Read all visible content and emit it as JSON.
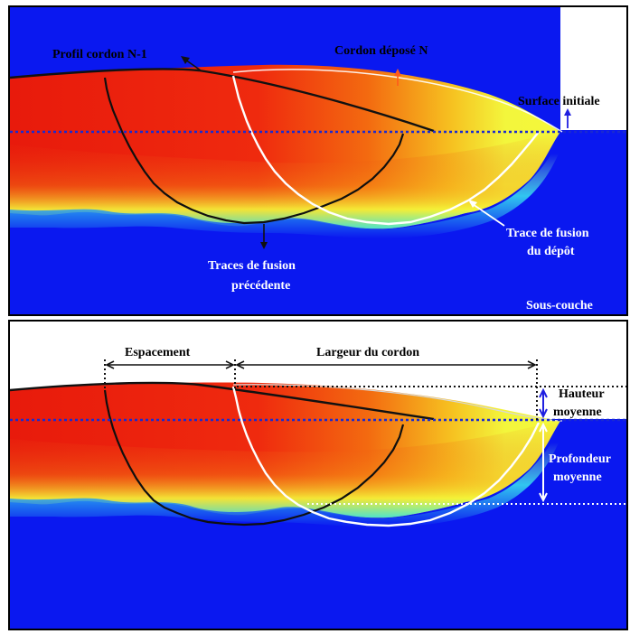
{
  "colors": {
    "substrate": "#0a18f0",
    "hot": "#e8160c",
    "cool": "#f4f83a",
    "profile_line": "#111111",
    "melt_prev": "#0f0f0f",
    "melt_new": "#ffffff",
    "arrow_orange": "#ff5a1c",
    "arrow_blue": "#1f1fe0",
    "initial_surface": "#1a2ad0"
  },
  "top_panel": {
    "label_profil": "Profil cordon N-1",
    "label_cordon": "Cordon déposé N",
    "label_surface": "Surface initiale",
    "label_trace_fusion_line1": "Trace de fusion",
    "label_trace_fusion_line2": "du dépôt",
    "label_traces_prev_line1": "Traces de fusion",
    "label_traces_prev_line2": "précédente",
    "label_sous_couche": "Sous-couche"
  },
  "bottom_panel": {
    "label_espacement": "Espacement",
    "label_largeur": "Largeur du cordon",
    "label_hauteur_line1": "Hauteur",
    "label_hauteur_line2": "moyenne",
    "label_profondeur_line1": "Profondeur",
    "label_profondeur_line2": "moyenne"
  }
}
